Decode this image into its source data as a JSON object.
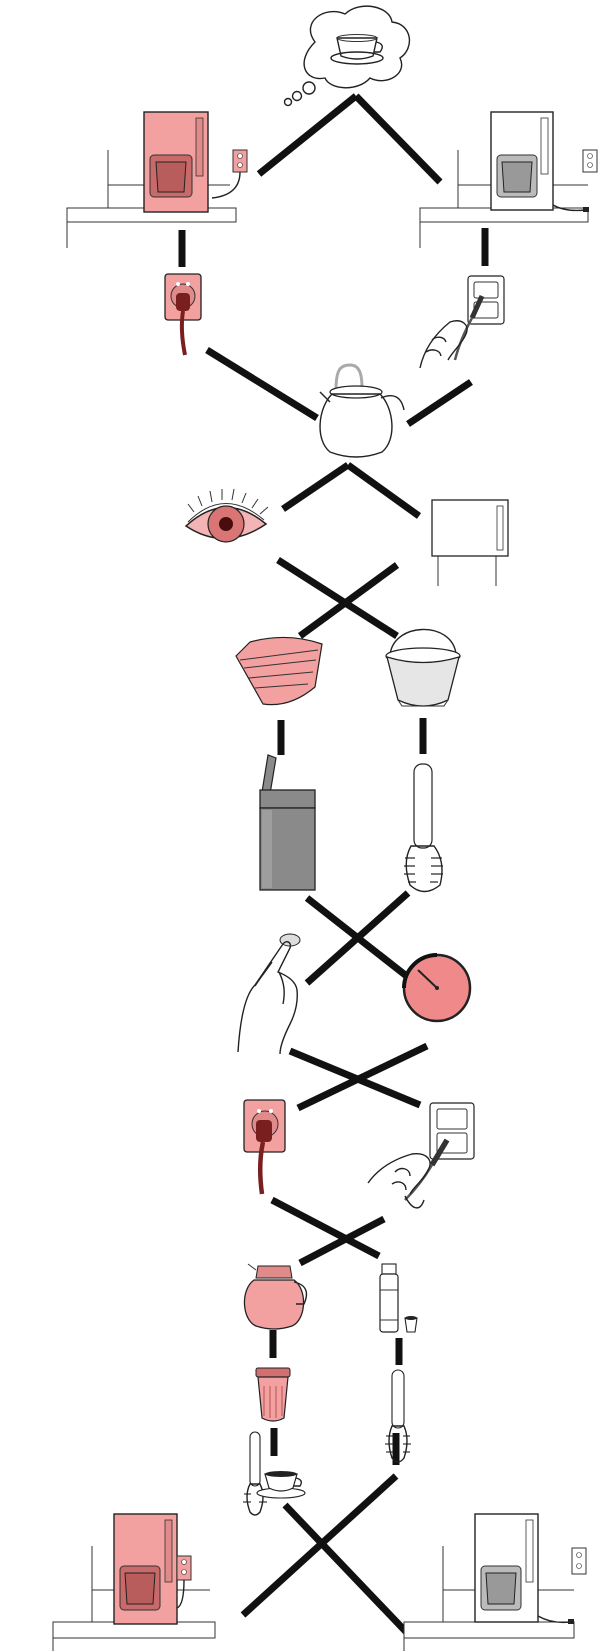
{
  "colors": {
    "accent": "#f2a0a0",
    "accent_dark": "#c86a6a",
    "cord": "#7a1f1f",
    "line": "#111111",
    "bin_gray": "#8a8a8a"
  },
  "nodes": [
    {
      "name": "thought-bubble-coffee-cup-icon",
      "state": "neutral"
    },
    {
      "name": "coffee-maker-on-icon",
      "state": "highlighted"
    },
    {
      "name": "coffee-maker-off-icon",
      "state": "plain"
    },
    {
      "name": "socket-plugged-icon",
      "state": "highlighted"
    },
    {
      "name": "hand-plugging-socket-icon",
      "state": "plain"
    },
    {
      "name": "kettle-icon",
      "state": "plain"
    },
    {
      "name": "eye-icon",
      "state": "highlighted"
    },
    {
      "name": "cabinet-icon",
      "state": "plain"
    },
    {
      "name": "paper-filter-icon",
      "state": "highlighted"
    },
    {
      "name": "reusable-filter-icon",
      "state": "plain"
    },
    {
      "name": "trash-bin-icon",
      "state": "gray"
    },
    {
      "name": "dish-brush-icon",
      "state": "plain"
    },
    {
      "name": "finger-press-button-icon",
      "state": "plain"
    },
    {
      "name": "timer-icon",
      "state": "highlighted"
    },
    {
      "name": "socket-plugged-icon-2",
      "state": "highlighted"
    },
    {
      "name": "hand-unplugging-socket-icon",
      "state": "plain"
    },
    {
      "name": "carafe-icon",
      "state": "highlighted"
    },
    {
      "name": "thermos-icon",
      "state": "plain"
    },
    {
      "name": "travel-mug-icon",
      "state": "highlighted"
    },
    {
      "name": "bottle-brush-icon",
      "state": "plain"
    },
    {
      "name": "brush-and-cup-icon",
      "state": "plain"
    },
    {
      "name": "coffee-maker-on-icon-2",
      "state": "highlighted"
    },
    {
      "name": "coffee-maker-off-icon-2",
      "state": "plain"
    }
  ]
}
